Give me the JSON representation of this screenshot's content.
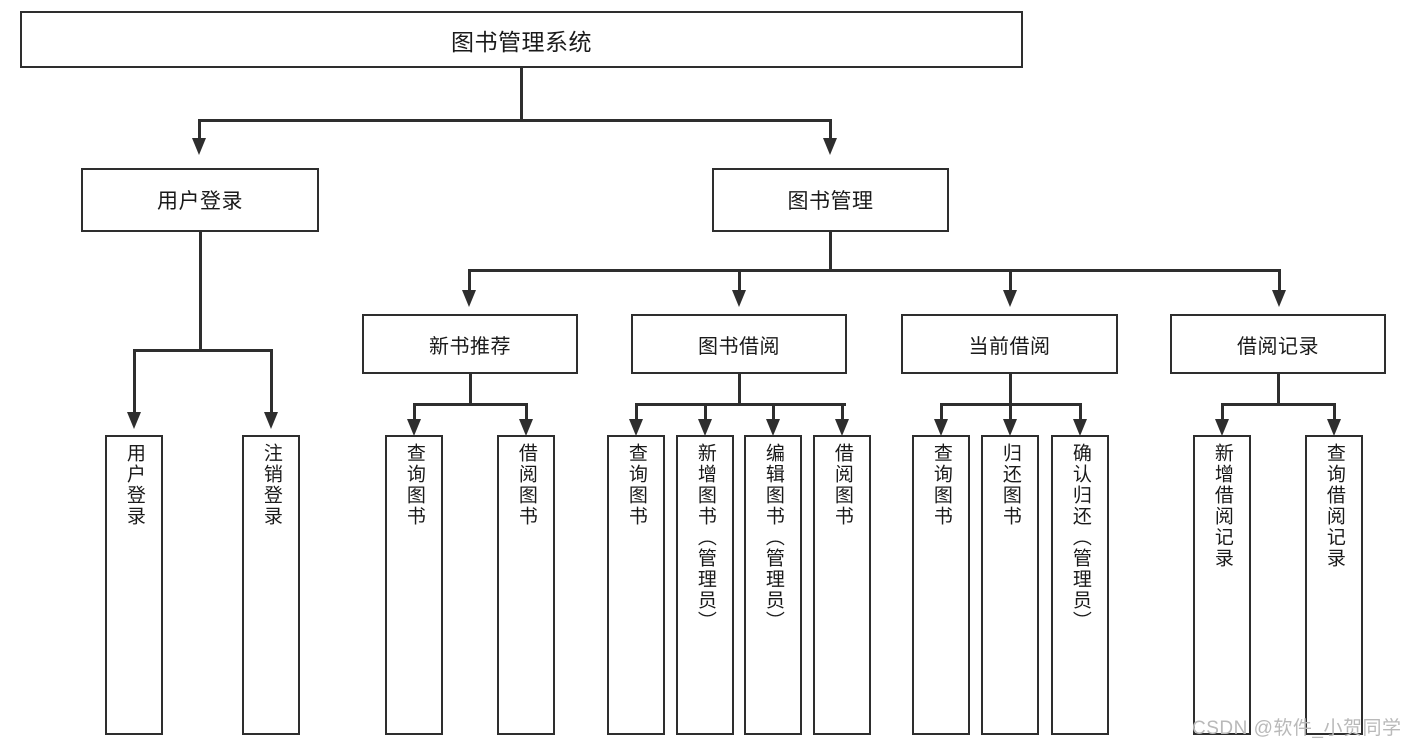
{
  "diagram": {
    "title": "图书管理系统",
    "type": "tree-hierarchy",
    "watermark": "CSDN @软件_小贺同学",
    "accent_color": "#2e2e2e",
    "background_color": "#ffffff",
    "watermark_color": "#b9b9b9"
  },
  "nodes": {
    "root": {
      "label": "图书管理系统"
    },
    "level2": [
      {
        "id": "user-login",
        "label": "用户登录"
      },
      {
        "id": "book-management",
        "label": "图书管理"
      }
    ],
    "level3": [
      {
        "id": "new-book-recommend",
        "label": "新书推荐",
        "parent": "book-management"
      },
      {
        "id": "book-borrow",
        "label": "图书借阅",
        "parent": "book-management"
      },
      {
        "id": "current-borrow",
        "label": "当前借阅",
        "parent": "book-management"
      },
      {
        "id": "borrow-record",
        "label": "借阅记录",
        "parent": "book-management"
      }
    ],
    "leaves": [
      {
        "id": "leaf-user-login",
        "label": "用户登录",
        "parent": "user-login"
      },
      {
        "id": "leaf-logout-login",
        "label": "注销登录",
        "parent": "user-login"
      },
      {
        "id": "leaf-query-book-rec",
        "label": "查询图书",
        "parent": "new-book-recommend"
      },
      {
        "id": "leaf-borrow-book-rec",
        "label": "借阅图书",
        "parent": "new-book-recommend"
      },
      {
        "id": "leaf-query-book-borrow",
        "label": "查询图书",
        "parent": "book-borrow"
      },
      {
        "id": "leaf-add-book",
        "label": "新增图书（管理员）",
        "parent": "book-borrow"
      },
      {
        "id": "leaf-edit-book",
        "label": "编辑图书（管理员）",
        "parent": "book-borrow"
      },
      {
        "id": "leaf-borrow-book",
        "label": "借阅图书",
        "parent": "book-borrow"
      },
      {
        "id": "leaf-query-book-cur",
        "label": "查询图书",
        "parent": "current-borrow"
      },
      {
        "id": "leaf-return-book",
        "label": "归还图书",
        "parent": "current-borrow"
      },
      {
        "id": "leaf-confirm-return",
        "label": "确认归还（管理员）",
        "parent": "current-borrow"
      },
      {
        "id": "leaf-add-record",
        "label": "新增借阅记录",
        "parent": "borrow-record"
      },
      {
        "id": "leaf-query-record",
        "label": "查询借阅记录",
        "parent": "borrow-record"
      }
    ]
  }
}
